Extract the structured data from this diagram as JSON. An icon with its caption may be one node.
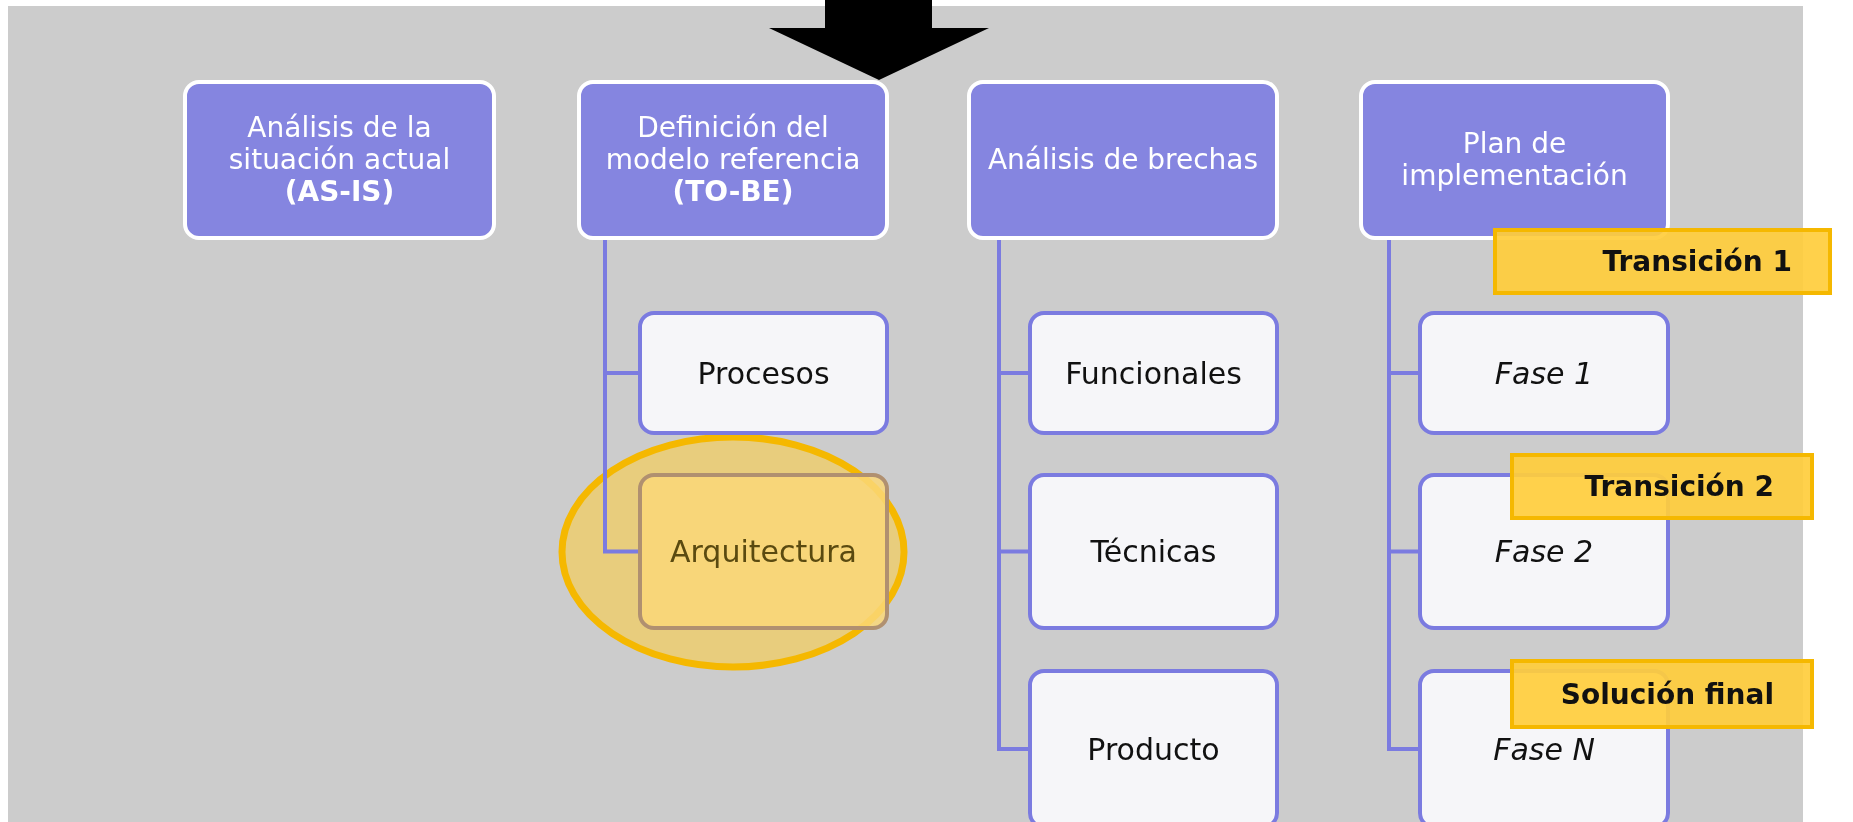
{
  "diagram": {
    "nodes": [
      {
        "text": [
          "Análisis de la situación actual **(AS-IS)**"
        ]
      },
      {
        "text": [
          "Definición del modelo referencia **(TO-BE)**"
        ]
      },
      {
        "text": [
          "Análisis de brechas"
        ]
      },
      {
        "text": [
          "Plan de implementación"
        ]
      },
      {
        "text": [
          "Procesos"
        ]
      },
      {
        "text": [
          "Arquitectura"
        ]
      },
      {
        "text": [
          "Funcionales"
        ]
      },
      {
        "text": [
          "Técnicas"
        ]
      },
      {
        "text": [
          "Producto"
        ]
      },
      {
        "text": [
          "Fase 1"
        ]
      },
      {
        "text": [
          "Fase 2"
        ]
      },
      {
        "text": [
          "Fase N"
        ]
      },
      {
        "text": [
          "Transición 1"
        ]
      },
      {
        "text": [
          "Transición 2"
        ]
      },
      {
        "text": [
          "Solución final"
        ]
      }
    ],
    "edges": [
      {
        "from": 1,
        "to": 4,
        "arrow": "none"
      },
      {
        "from": 1,
        "to": 5,
        "arrow": "none"
      },
      {
        "from": 2,
        "to": 6,
        "arrow": "none"
      },
      {
        "from": 2,
        "to": 7,
        "arrow": "none"
      },
      {
        "from": 2,
        "to": 8,
        "arrow": "none"
      },
      {
        "from": 3,
        "to": 9,
        "arrow": "none"
      },
      {
        "from": 3,
        "to": 10,
        "arrow": "none"
      },
      {
        "from": 3,
        "to": 11,
        "arrow": "none"
      },
      {
        "from": null,
        "to": 1,
        "arrow": "to"
      }
    ]
  }
}
